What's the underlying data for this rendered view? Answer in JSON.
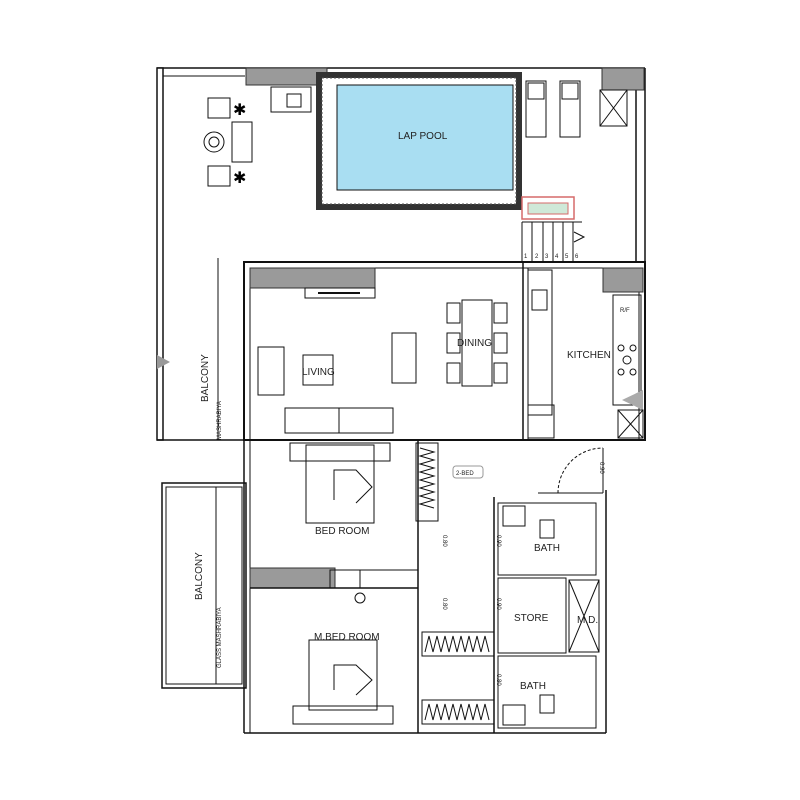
{
  "rooms": {
    "pool": "LAP POOL",
    "balcony_upper": "BALCONY",
    "mashrabiya": "MASHRABIYA",
    "living": "LIVING",
    "dining": "DINING",
    "kitchen": "KITCHEN",
    "fridge": "R/F",
    "two_bed": "2-BED",
    "bed_room": "BED ROOM",
    "m_bed_room": "M.BED ROOM",
    "bath_1": "BATH",
    "store": "STORE",
    "md": "M.D.",
    "bath_2": "BATH",
    "balcony_lower": "BALCONY",
    "glass_mashrabiya": "GLASS MASHRABIYA"
  },
  "stairs": [
    "1",
    "2",
    "3",
    "4",
    "5",
    "6"
  ],
  "door_labels": [
    "0.80",
    "0.90",
    "0.80",
    "0.90",
    "0.80",
    "0.90"
  ],
  "colors": {
    "pool": "#a9def2",
    "planter": "#cfe9d8",
    "planter_border": "#d66a6a",
    "block": "#9a9a9a"
  }
}
